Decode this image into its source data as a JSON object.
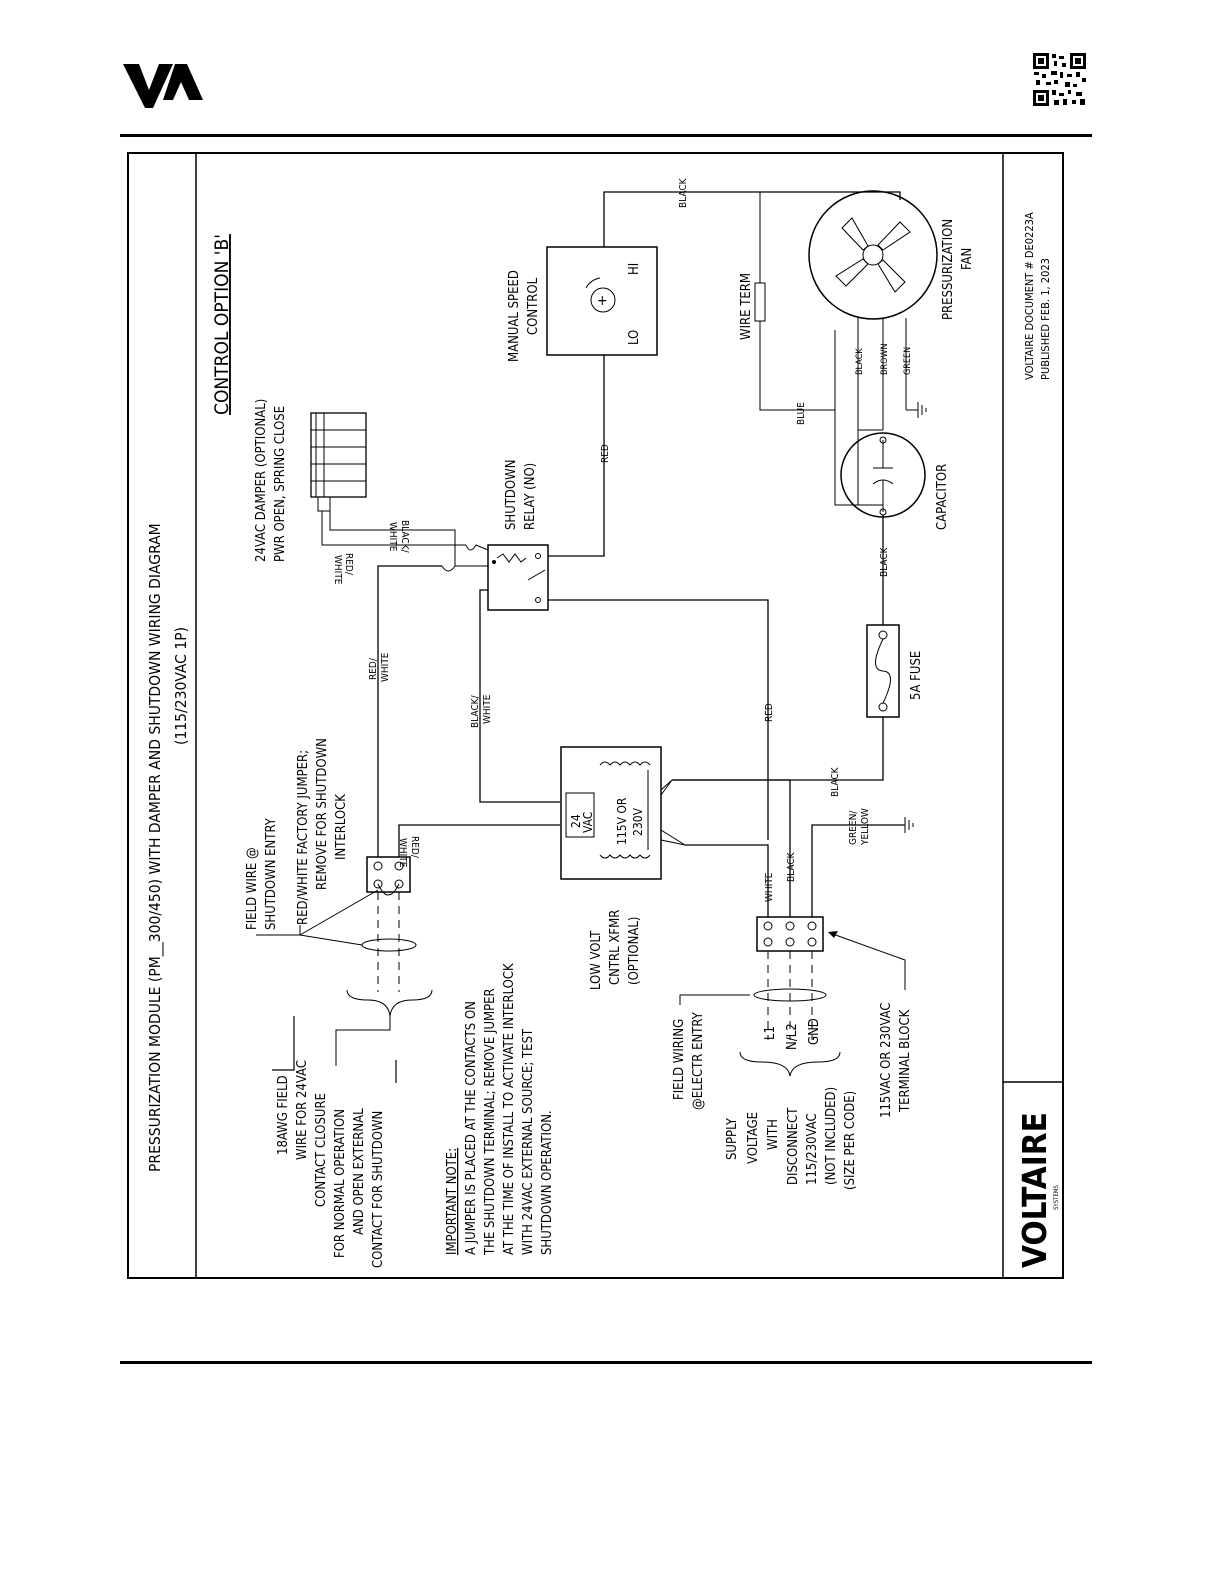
{
  "header": {
    "logo_text": "VA"
  },
  "diagram": {
    "title": "PRESSURIZATION MODULE (PM__300/450) WITH DAMPER AND SHUTDOWN WIRING DIAGRAM",
    "subtitle": "(115/230VAC 1P)",
    "control_option": "CONTROL OPTION 'B'",
    "field_wire_note": [
      "18AWG FIELD",
      "WIRE FOR 24VAC",
      "CONTACT CLOSURE",
      "FOR NORMAL OPERATION",
      "AND OPEN EXTERNAL",
      "CONTACT FOR SHUTDOWN"
    ],
    "important_note": {
      "heading": "IMPORTANT NOTE:",
      "lines": [
        "A JUMPER IS PLACED AT THE CONTACTS ON",
        "THE SHUTDOWN TERMINAL; REMOVE JUMPER",
        "AT THE TIME OF INSTALL TO ACTIVATE INTERLOCK",
        "WITH 24VAC EXTERNAL SOURCE; TEST",
        "SHUTDOWN OPERATION."
      ]
    },
    "field_wire_shutdown": [
      "FIELD WIRE @",
      "SHUTDOWN ENTRY"
    ],
    "jumper_note": [
      "RED/WHITE FACTORY JUMPER;",
      "REMOVE FOR SHUTDOWN",
      "INTERLOCK"
    ],
    "damper": [
      "24VAC DAMPER (OPTIONAL)",
      "PWR OPEN, SPRING CLOSE"
    ],
    "transformer": [
      "LOW VOLT",
      "CNTRL XFMR",
      "(OPTIONAL)"
    ],
    "xfmr_24v": [
      "24",
      "VAC"
    ],
    "xfmr_115": [
      "115V OR",
      "230V"
    ],
    "field_wiring": [
      "FIELD WIRING",
      "@ELECTR ENTRY"
    ],
    "supply": [
      "SUPPLY",
      "VOLTAGE",
      "WITH",
      "DISCONNECT",
      "115/230VAC",
      "(NOT INCLUDED)",
      "(SIZE PER CODE)"
    ],
    "terminal_block": [
      "115VAC OR 230VAC",
      "TERMINAL BLOCK"
    ],
    "supply_labels": [
      "L1",
      "N/L2",
      "GND"
    ],
    "relay": [
      "SHUTDOWN",
      "RELAY (NO)"
    ],
    "speed_control": [
      "MANUAL SPEED",
      "CONTROL"
    ],
    "speed_lo": "LO",
    "speed_hi": "HI",
    "wire_term": "WIRE TERM",
    "fan": [
      "PRESSURIZATION",
      "FAN"
    ],
    "capacitor": "CAPACITOR",
    "fuse": "5A FUSE",
    "wires": {
      "red_white": [
        "RED/",
        "WHITE"
      ],
      "black_white": [
        "BLACK/",
        "WHITE"
      ],
      "red": "RED",
      "black": "BLACK",
      "blue": "BLUE",
      "brown": "BROWN",
      "green": "GREEN",
      "white": "WHITE",
      "green_yellow": [
        "GREEN/",
        "YELLOW"
      ]
    },
    "doc_info": [
      "VOLTAIRE DOCUMENT # DE0223A",
      "PUBLISHED FEB. 1, 2023"
    ],
    "brand": "VOLTAIRE",
    "brand_sub": "SYSTEMS"
  }
}
